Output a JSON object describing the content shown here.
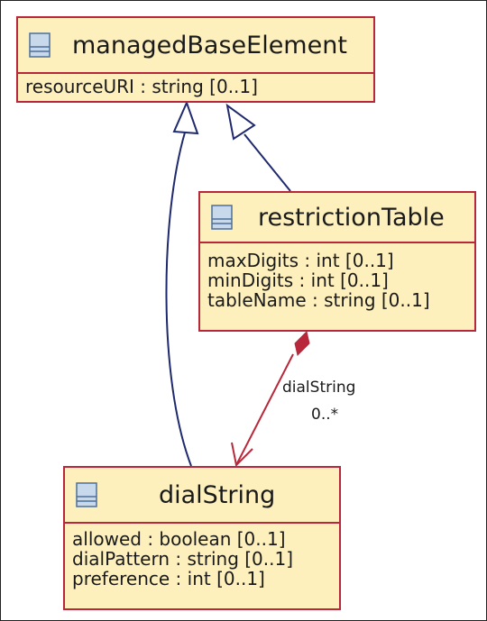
{
  "classes": {
    "managed_base_element": {
      "name": "managedBaseElement",
      "attributes": [
        "resourceURI : string [0..1]"
      ]
    },
    "restriction_table": {
      "name": "restrictionTable",
      "attributes": [
        "maxDigits : int [0..1]",
        "minDigits : int [0..1]",
        "tableName : string [0..1]"
      ]
    },
    "dial_string": {
      "name": "dialString",
      "attributes": [
        "allowed : boolean [0..1]",
        "dialPattern : string [0..1]",
        "preference : int [0..1]"
      ]
    }
  },
  "association": {
    "role": "dialString",
    "multiplicity": "0..*"
  },
  "colors": {
    "class_fill": "#fdf0bd",
    "class_border": "#b8283a",
    "generalization_line": "#1f2a6e",
    "composition_line": "#b8283a",
    "icon_fill": "#c9d9ec",
    "icon_border": "#4d6f9a"
  },
  "icons": {
    "class_icon": "class-icon"
  }
}
